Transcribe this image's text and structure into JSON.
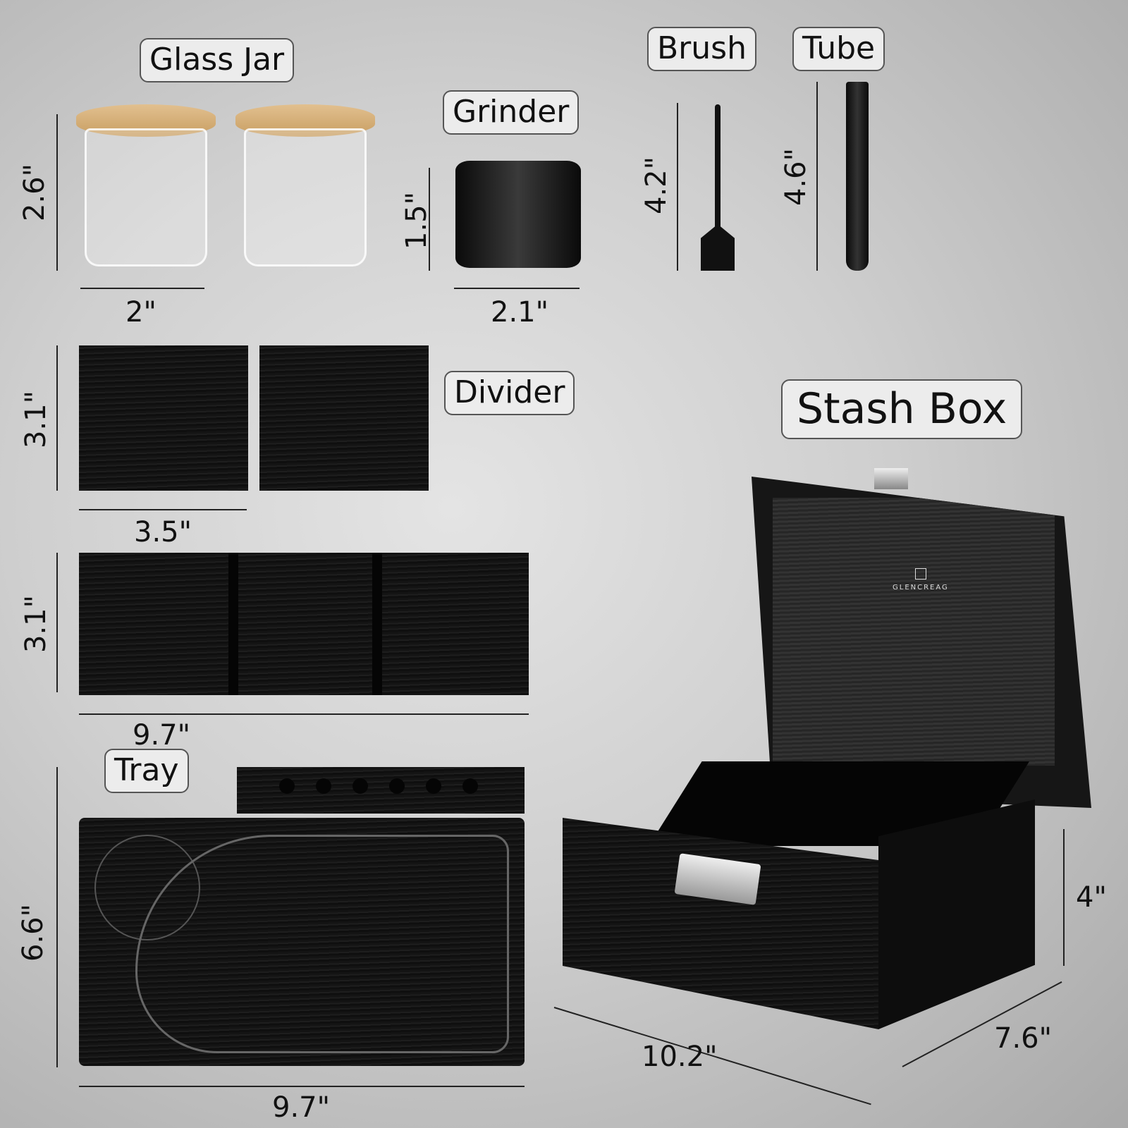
{
  "labels": {
    "glass_jar": "Glass Jar",
    "grinder": "Grinder",
    "brush": "Brush",
    "tube": "Tube",
    "divider": "Divider",
    "stash_box": "Stash Box",
    "tray": "Tray"
  },
  "dimensions": {
    "jar_height": "2.6\"",
    "jar_width": "2\"",
    "grinder_height": "1.5\"",
    "grinder_width": "2.1\"",
    "brush_height": "4.2\"",
    "tube_height": "4.6\"",
    "divider_small_height": "3.1\"",
    "divider_small_width": "3.5\"",
    "divider_large_height": "3.1\"",
    "divider_large_width": "9.7\"",
    "tray_height": "6.6\"",
    "tray_width": "9.7\"",
    "box_height": "4\"",
    "box_length": "10.2\"",
    "box_depth": "7.6\""
  },
  "brand_logo": "GLENCREAG"
}
